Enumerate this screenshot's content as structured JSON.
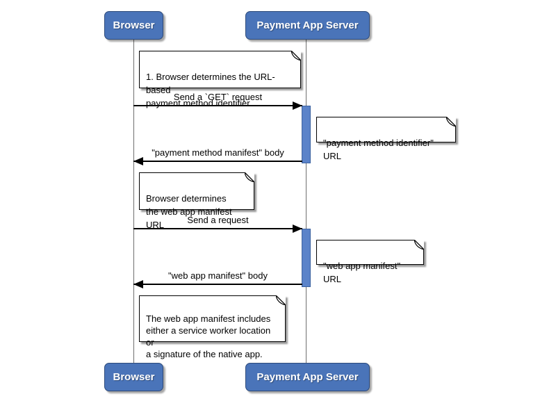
{
  "diagram": {
    "type": "uml-sequence-diagram",
    "background": "#ffffff",
    "actors": [
      {
        "id": "browser",
        "label": "Browser"
      },
      {
        "id": "payment-app-server",
        "label": "Payment App Server"
      }
    ],
    "messages": [
      {
        "label": "Send a `GET` request",
        "from": "browser",
        "to": "payment-app-server",
        "direction": "right",
        "style": "solid"
      },
      {
        "label": "\"payment method manifest\" body",
        "from": "payment-app-server",
        "to": "browser",
        "direction": "left",
        "style": "solid"
      },
      {
        "label": "Send a request",
        "from": "browser",
        "to": "payment-app-server",
        "direction": "right",
        "style": "solid"
      },
      {
        "label": "\"web app manifest\" body",
        "from": "payment-app-server",
        "to": "browser",
        "direction": "left",
        "style": "solid"
      }
    ],
    "notes": [
      {
        "text": "1. Browser determines the URL-based\npayment method identifier",
        "position": "right-of-browser"
      },
      {
        "text": "\"payment method identifier\" URL",
        "position": "right-of-server"
      },
      {
        "text": "Browser determines\nthe web app manifest URL",
        "position": "right-of-browser"
      },
      {
        "text": "\"web app manifest\" URL",
        "position": "right-of-server"
      },
      {
        "text": "The web app manifest includes\neither a service worker location or\na signature of the native app.",
        "position": "right-of-browser"
      }
    ],
    "activations": [
      {
        "actor": "payment-app-server",
        "during": "GET request for payment method manifest"
      },
      {
        "actor": "payment-app-server",
        "during": "request for web app manifest"
      }
    ],
    "colors": {
      "actor_fill": "#4a74b9",
      "actor_border": "#2d4a7a",
      "actor_text": "#ffffff",
      "activation_fill": "#5b83c9",
      "activation_border": "#3c62a0",
      "lifeline": "#6e6e6e",
      "note_fill": "#ffffff",
      "note_border": "#000000",
      "message_line": "#000000"
    }
  }
}
